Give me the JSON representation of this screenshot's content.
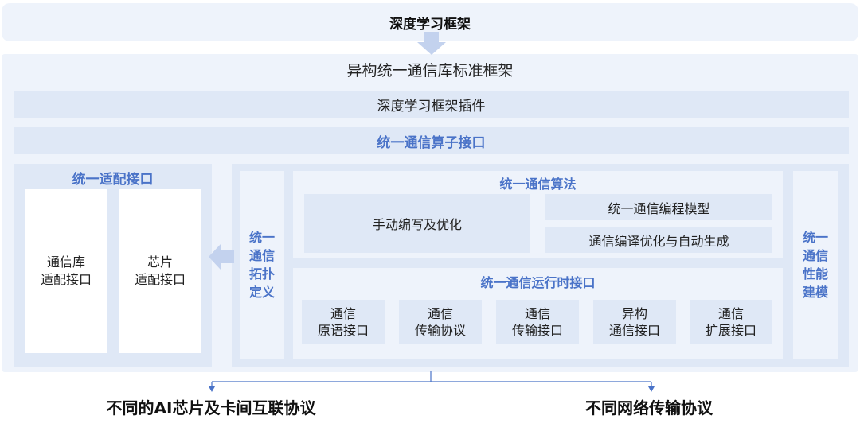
{
  "top": {
    "title": "深度学习框架"
  },
  "framework": {
    "title": "异构统一通信库标准框架",
    "plugin_band": "深度学习框架插件",
    "operator_band": "统一通信算子接口"
  },
  "adapter": {
    "title": "统一适配接口",
    "boxes": [
      {
        "line1": "通信库",
        "line2": "适配接口"
      },
      {
        "line1": "芯片",
        "line2": "适配接口"
      }
    ]
  },
  "topology": {
    "lines": [
      "统一",
      "通信",
      "拓扑",
      "定义"
    ]
  },
  "algorithm": {
    "title": "统一通信算法",
    "manual": "手动编写及优化",
    "model": "统一通信编程模型",
    "compile": "通信编译优化与自动生成"
  },
  "runtime": {
    "title": "统一通信运行时接口",
    "boxes": [
      {
        "line1": "通信",
        "line2": "原语接口"
      },
      {
        "line1": "通信",
        "line2": "传输协议"
      },
      {
        "line1": "通信",
        "line2": "传输接口"
      },
      {
        "line1": "异构",
        "line2": "通信接口"
      },
      {
        "line1": "通信",
        "line2": "扩展接口"
      }
    ]
  },
  "performance": {
    "lines": [
      "统一",
      "通信",
      "性能",
      "建模"
    ]
  },
  "bottom": {
    "left": "不同的AI芯片及卡间互联协议",
    "right": "不同网络传输协议"
  },
  "colors": {
    "accent": "#4a73c8",
    "panel_light": "#eef3fb",
    "panel_mid": "#dfe8f6",
    "arrow": "#c3d2ee"
  }
}
